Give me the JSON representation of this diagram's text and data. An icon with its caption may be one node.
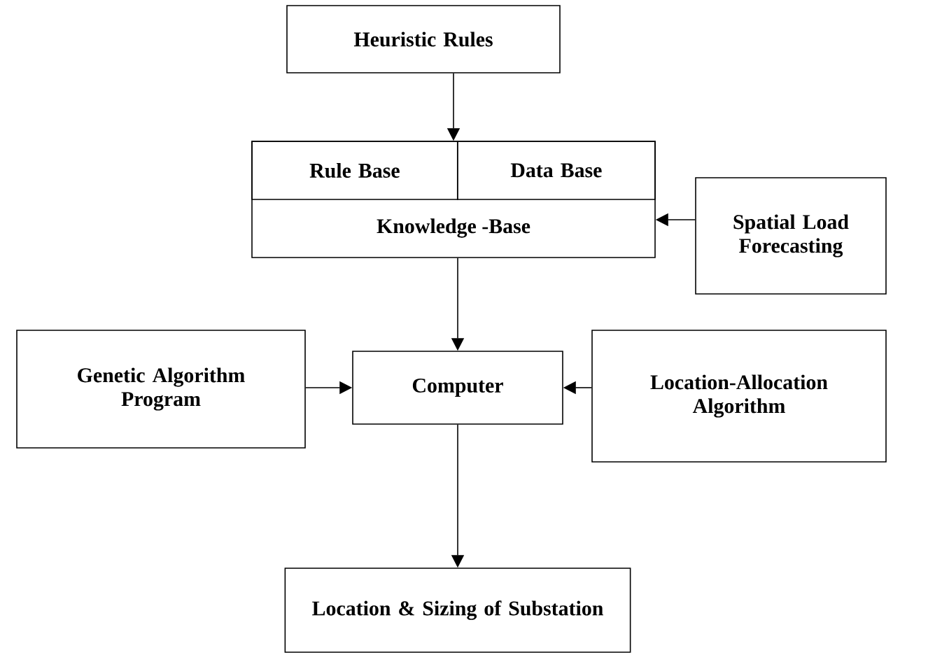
{
  "diagram": {
    "nodes": [
      {
        "text": [
          "Heuristic Rules"
        ]
      },
      {
        "text": [
          "Knowledge -Base"
        ]
      },
      {
        "text": [
          "Rule Base"
        ],
        "in": 1
      },
      {
        "text": [
          "Data Base"
        ],
        "in": 1
      },
      {
        "text": [
          "Spatial Load Forecasting"
        ]
      },
      {
        "text": [
          "Genetic Algorithm Program"
        ]
      },
      {
        "text": [
          "Computer"
        ]
      },
      {
        "text": [
          "Location-Allocation Algorithm"
        ]
      },
      {
        "text": [
          "Location & Sizing of Substation"
        ]
      }
    ],
    "edges": [
      {
        "from": 0,
        "to": 1,
        "arrow": "to"
      },
      {
        "from": 4,
        "to": 1,
        "arrow": "to"
      },
      {
        "from": 1,
        "to": 6,
        "arrow": "to"
      },
      {
        "from": 5,
        "to": 6,
        "arrow": "to"
      },
      {
        "from": 7,
        "to": 6,
        "arrow": "to"
      },
      {
        "from": 6,
        "to": 8,
        "arrow": "to"
      }
    ]
  }
}
